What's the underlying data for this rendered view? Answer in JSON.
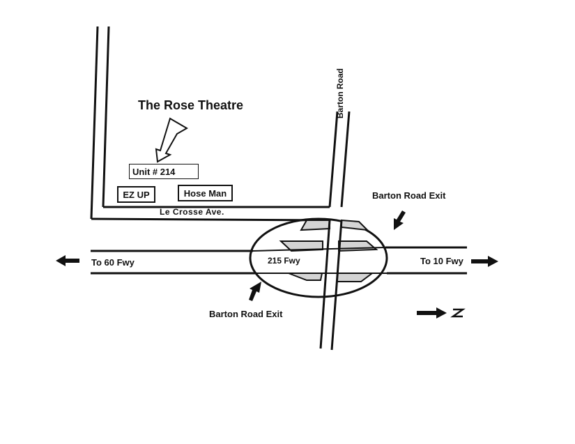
{
  "map": {
    "title": "The Rose Theatre",
    "unit_label": "Unit # 214",
    "neighbors": [
      "EZ UP",
      "Hose Man"
    ],
    "streets": {
      "le_crosse": "Le Crosse Ave.",
      "barton_road": "Barton Road",
      "freeway": "215 Fwy"
    },
    "exits": {
      "north_exit": "Barton Road Exit",
      "south_exit": "Barton Road Exit"
    },
    "directions": {
      "west": "To 60 Fwy",
      "east": "To 10 Fwy"
    },
    "compass": "N",
    "colors": {
      "ink": "#111111",
      "ramp_fill": "#d4d4d4",
      "paper": "#ffffff"
    }
  }
}
